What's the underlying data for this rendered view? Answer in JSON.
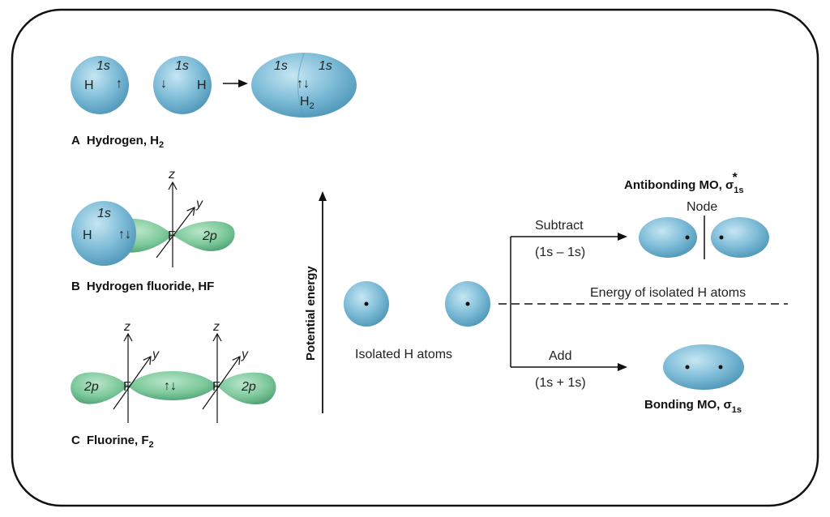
{
  "panel_a": {
    "atom1_orbital": "1s",
    "atom1_symbol": "H",
    "atom1_spin": "↑",
    "atom2_orbital": "1s",
    "atom2_symbol": "H",
    "atom2_spin": "↓",
    "arrow": "→",
    "molecule_orbital_left": "1s",
    "molecule_orbital_right": "1s",
    "molecule_spins": "↑↓",
    "molecule_symbol": "H",
    "molecule_subscript": "2",
    "caption_letter": "A",
    "caption_text": "Hydrogen, H",
    "caption_subscript": "2"
  },
  "panel_b": {
    "axis_z": "z",
    "axis_y": "y",
    "h_orbital": "1s",
    "h_symbol": "H",
    "spins": "↑↓",
    "f_symbol": "F",
    "p_orbital": "2p",
    "caption_letter": "B",
    "caption_text": "Hydrogen fluoride, HF"
  },
  "panel_c": {
    "left_axis_z": "z",
    "left_axis_y": "y",
    "right_axis_z": "z",
    "right_axis_y": "y",
    "left_p": "2p",
    "right_p": "2p",
    "spins": "↑↓",
    "f_left": "F",
    "f_right": "F",
    "caption_letter": "C",
    "caption_text": "Fluorine, F",
    "caption_subscript": "2"
  },
  "energy_diagram": {
    "y_axis_label": "Potential energy",
    "isolated_label": "Isolated H atoms",
    "subtract_label": "Subtract",
    "subtract_expr": "(1s – 1s)",
    "add_label": "Add",
    "add_expr": "(1s + 1s)",
    "node_label": "Node",
    "energy_line_label": "Energy of isolated H atoms",
    "antibonding_label": "Antibonding MO, σ",
    "antibonding_sub": "1s",
    "antibonding_sup": "*",
    "bonding_label": "Bonding MO, σ",
    "bonding_sub": "1s"
  },
  "colors": {
    "h_orbital": "#6fb3d0",
    "h_orbital_light": "#a9d6ea",
    "p_orbital": "#6cbf8e",
    "p_orbital_light": "#a5dbb9",
    "line": "#111111"
  }
}
